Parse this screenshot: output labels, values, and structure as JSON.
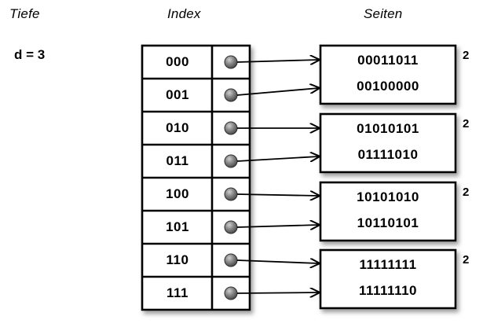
{
  "diagram": {
    "headings": {
      "depth": "Tiefe",
      "directory": "Index",
      "pages": "Seiten"
    },
    "global_depth_label": "d = 3",
    "directory": {
      "entries": [
        {
          "key": "000",
          "page": 0
        },
        {
          "key": "001",
          "page": 0
        },
        {
          "key": "010",
          "page": 1
        },
        {
          "key": "011",
          "page": 1
        },
        {
          "key": "100",
          "page": 2
        },
        {
          "key": "101",
          "page": 2
        },
        {
          "key": "110",
          "page": 3
        },
        {
          "key": "111",
          "page": 3
        }
      ]
    },
    "pages": [
      {
        "lines": [
          "00011011",
          "00100000"
        ],
        "local_depth": "2"
      },
      {
        "lines": [
          "01010101",
          "01111010"
        ],
        "local_depth": "2"
      },
      {
        "lines": [
          "10101010",
          "10110101"
        ],
        "local_depth": "2"
      },
      {
        "lines": [
          "11111111",
          "11111110"
        ],
        "local_depth": "2"
      }
    ],
    "colors": {
      "background": "#ffffff",
      "stroke": "#000000",
      "bullet_dark": "#4f4f4f",
      "bullet_light": "#b9b9b9",
      "shadow": "#9a9a9a"
    }
  }
}
